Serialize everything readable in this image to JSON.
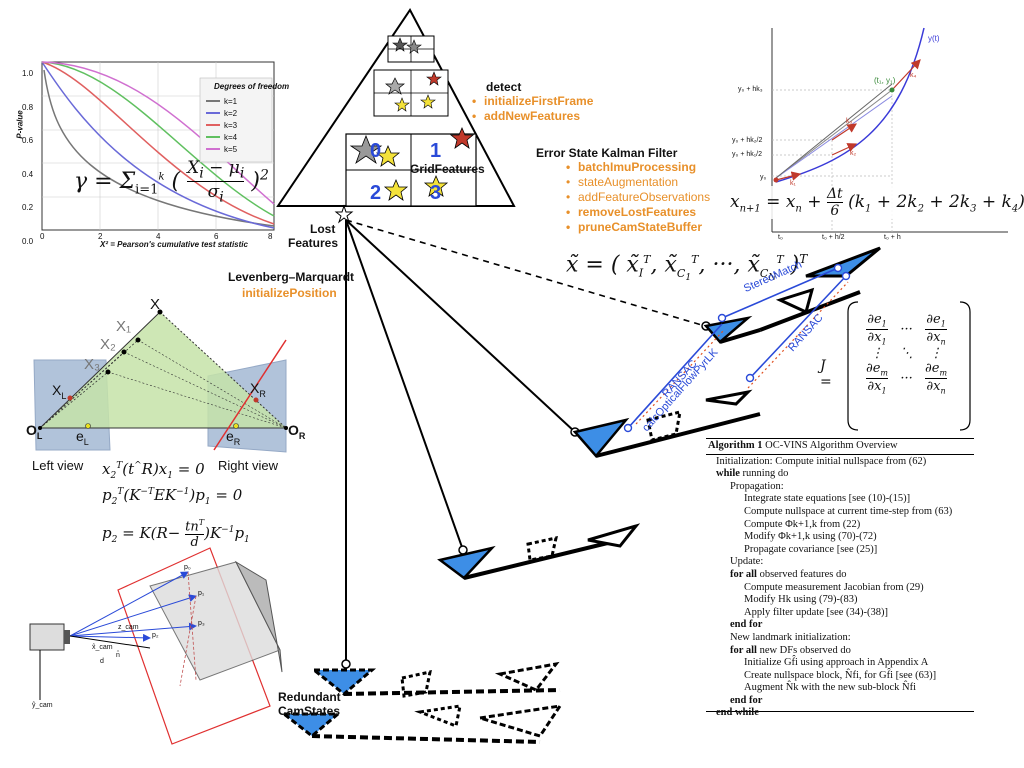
{
  "chi_chart": {
    "ylabel": "P-value",
    "xlabel": "X² = Pearson's cumulative test statistic",
    "legend_title": "Degrees of freedom",
    "legend": [
      "k=1",
      "k=2",
      "k=3",
      "k=4",
      "k=5"
    ],
    "yticks": [
      "1.0",
      "0.8",
      "0.6",
      "0.4",
      "0.2",
      "0.0"
    ],
    "xticks": [
      "0",
      "2",
      "4",
      "6",
      "8"
    ],
    "colors": [
      "#777777",
      "#6a6ad8",
      "#e06060",
      "#60c060",
      "#d070d0"
    ]
  },
  "pyramid": {
    "detect_label": "detect",
    "detect_items": [
      "initializeFirstFrame",
      "addNewFeatures"
    ],
    "grid_numbers": [
      "0",
      "1",
      "2",
      "3"
    ],
    "grid_label": "GridFeatures",
    "lost_label_1": "Lost",
    "lost_label_2": "Features"
  },
  "kalman": {
    "title": "Error State Kalman Filter",
    "items": [
      {
        "text": "batchImuProcessing",
        "bold": true
      },
      {
        "text": "stateAugmentation",
        "bold": false
      },
      {
        "text": "addFeatureObservations",
        "bold": false
      },
      {
        "text": "removeLostFeatures",
        "bold": true
      },
      {
        "text": "pruneCamStateBuffer",
        "bold": true
      }
    ]
  },
  "lm": {
    "title": "Levenberg–Marquardt",
    "item": "initializePosition"
  },
  "rk4": {
    "curve_label": "y(t)",
    "point_label": "(t₁, y₁)",
    "y_labels": [
      "y₀ + hk₃",
      "y₀ + hk₂/2",
      "y₀ + hk₁/2",
      "y₀"
    ],
    "k_labels": [
      "k₁",
      "k₂",
      "k₃",
      "k₄"
    ],
    "x_labels": [
      "t₀",
      "t₀ + h/2",
      "t₀ + h"
    ],
    "formula_lhs": "x",
    "formula_text": "= x + Δt/6 (k1 + 2k2 + 2k3 + k4)"
  },
  "epipolar": {
    "points": [
      "X",
      "X₁",
      "X₂",
      "X₃"
    ],
    "left_origin": "O",
    "right_origin": "O",
    "left_x": "X",
    "right_x": "X",
    "left_e": "e",
    "right_e": "e",
    "left_view": "Left view",
    "right_view": "Right view"
  },
  "camera": {
    "labels": [
      "p₀",
      "p₁",
      "p₂",
      "p₃",
      "z_cam",
      "ŷ_cam",
      "x̂_cam",
      "d",
      "n̂"
    ]
  },
  "tracks": {
    "stereo": "StereoMatch",
    "ransac1": "RANSAC",
    "ransac2": "RANSAC",
    "lk": "calcOpticalFlowPyrLK",
    "redundant_1": "Redundant",
    "redundant_2": "CamStates"
  },
  "algorithm": {
    "title": "Algorithm 1",
    "title_rest": "OC-VINS Algorithm Overview",
    "lines": [
      {
        "indent": 0,
        "kw": "",
        "text": "Initialization: Compute initial nullspace from (62)"
      },
      {
        "indent": 0,
        "kw": "while",
        "text": "running do"
      },
      {
        "indent": 1,
        "kw": "",
        "text": "Propagation:"
      },
      {
        "indent": 2,
        "kw": "",
        "text": "Integrate state equations [see (10)-(15)]"
      },
      {
        "indent": 2,
        "kw": "",
        "text": "Compute nullspace at current time-step from (63)"
      },
      {
        "indent": 2,
        "kw": "",
        "text": "Compute Φk+1,k from (22)"
      },
      {
        "indent": 2,
        "kw": "",
        "text": "Modify Φk+1,k using (70)-(72)"
      },
      {
        "indent": 2,
        "kw": "",
        "text": "Propagate covariance [see (25)]"
      },
      {
        "indent": 1,
        "kw": "",
        "text": "Update:"
      },
      {
        "indent": 1,
        "kw": "for all",
        "text": "observed features do"
      },
      {
        "indent": 2,
        "kw": "",
        "text": "Compute measurement Jacobian from (29)"
      },
      {
        "indent": 2,
        "kw": "",
        "text": "Modify Hk using (79)-(83)"
      },
      {
        "indent": 2,
        "kw": "",
        "text": "Apply filter update [see (34)-(38)]"
      },
      {
        "indent": 1,
        "kw": "end for",
        "text": ""
      },
      {
        "indent": 1,
        "kw": "",
        "text": "New landmark initialization:"
      },
      {
        "indent": 1,
        "kw": "for all",
        "text": "new DFs observed do"
      },
      {
        "indent": 2,
        "kw": "",
        "text": "Initialize Gf̂i using approach in Appendix A"
      },
      {
        "indent": 2,
        "kw": "",
        "text": "Create nullspace block, N̂fi, for Gf̂i [see (63)]"
      },
      {
        "indent": 2,
        "kw": "",
        "text": "Augment N̂k with the new sub-block N̂fi"
      },
      {
        "indent": 1,
        "kw": "end for",
        "text": ""
      },
      {
        "indent": 0,
        "kw": "end while",
        "text": ""
      }
    ]
  }
}
